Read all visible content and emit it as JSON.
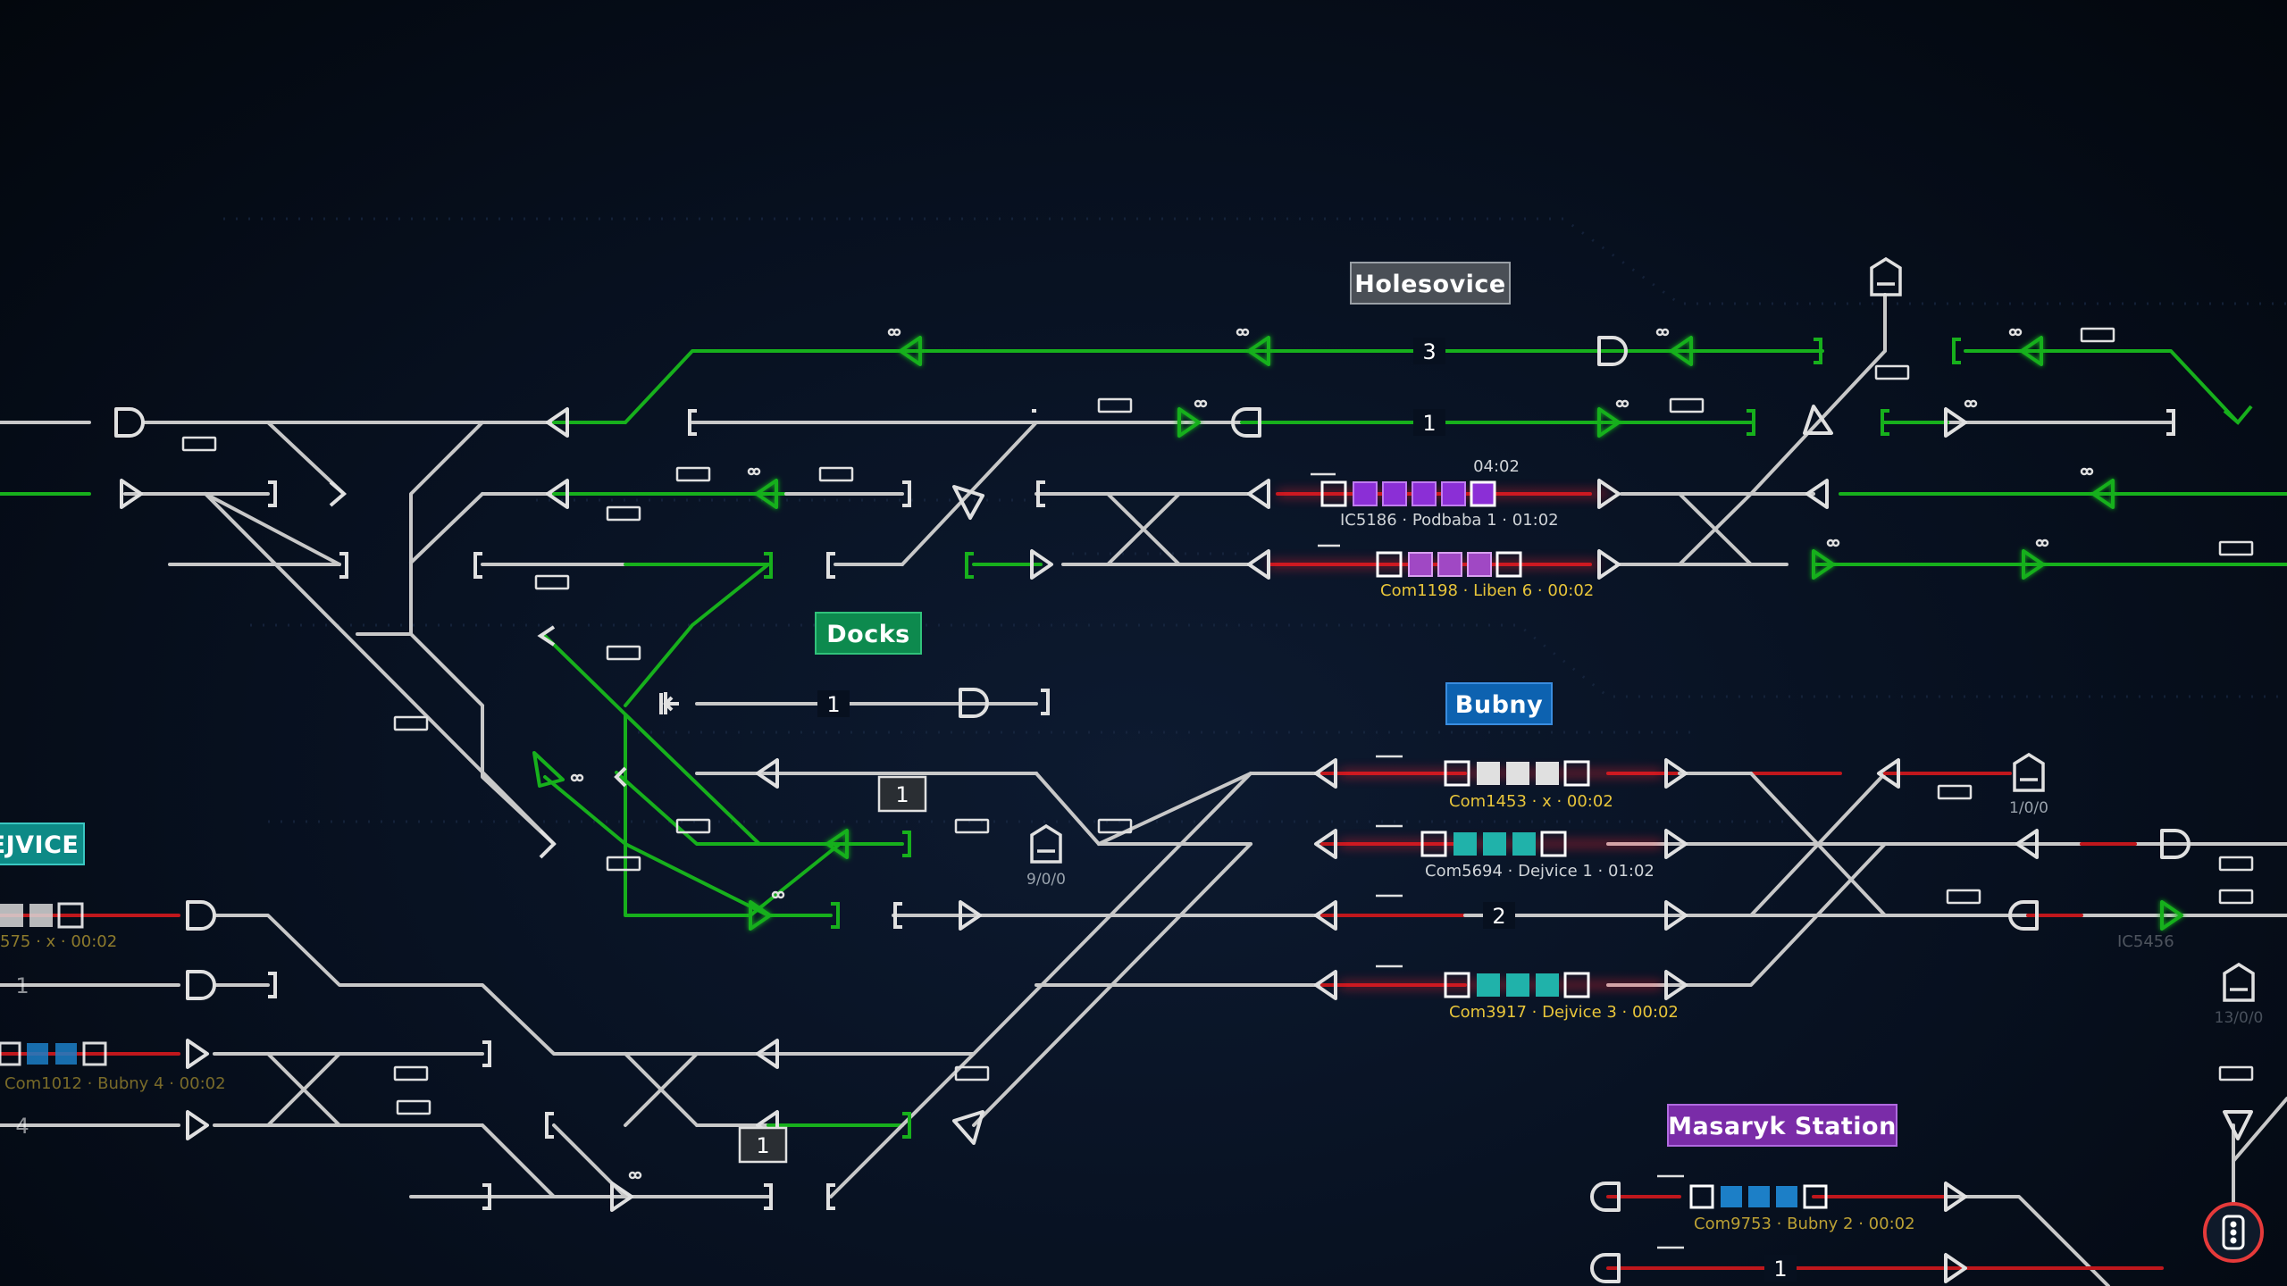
{
  "stations": [
    {
      "id": "holesovice",
      "name": "Holesovice",
      "color": "#4a4f56"
    },
    {
      "id": "docks",
      "name": "Docks",
      "color": "#0d8a4e"
    },
    {
      "id": "bubny",
      "name": "Bubny",
      "color": "#0d62b0"
    },
    {
      "id": "dejvice",
      "name": "EJVICE",
      "color": "#0d8a86"
    },
    {
      "id": "masaryk",
      "name": "Masaryk Station",
      "color": "#7a2ca8"
    }
  ],
  "trains": [
    {
      "id": "ic5186",
      "label": "IC5186 · Podbaba  1 · 01:02",
      "timer": "04:02",
      "color": "#8b2fd6"
    },
    {
      "id": "com1198",
      "label": "Com1198 · Liben  6 · 00:02",
      "color": "#a048c4"
    },
    {
      "id": "com1453",
      "label": "Com1453 · x · 00:02",
      "color": "#e0e0e0"
    },
    {
      "id": "com5694",
      "label": "Com5694 · Dejvice  1 · 01:02",
      "color": "#20b2aa"
    },
    {
      "id": "com3917",
      "label": "Com3917 · Dejvice  3 · 00:02",
      "color": "#20b2aa"
    },
    {
      "id": "com9753",
      "label": "Com9753 · Bubny  2 · 00:02",
      "color": "#1c7fc7"
    },
    {
      "id": "left575",
      "label": "575 · x · 00:02",
      "color": "#d8d8d8"
    },
    {
      "id": "com1012",
      "label": "Com1012 · Bubny  4 · 00:02",
      "color": "#1c7fc7"
    },
    {
      "id": "ic5456",
      "label": "IC5456",
      "color": "#20b2aa"
    }
  ],
  "track_numbers": {
    "h3": "3",
    "h1": "1",
    "docks1": "1",
    "bubny2": "2",
    "mas1": "1",
    "box1a": "1",
    "box1b": "1",
    "left1": "1",
    "left4": "4"
  },
  "depots": {
    "d1": "9/0/0",
    "d2": "1/0/0",
    "d3": "13/0/0"
  },
  "colors": {
    "track": "#c8c8c8",
    "green": "#17b01c",
    "red": "#c0171c"
  },
  "controls": {
    "signal_tool": "traffic-light-icon"
  }
}
